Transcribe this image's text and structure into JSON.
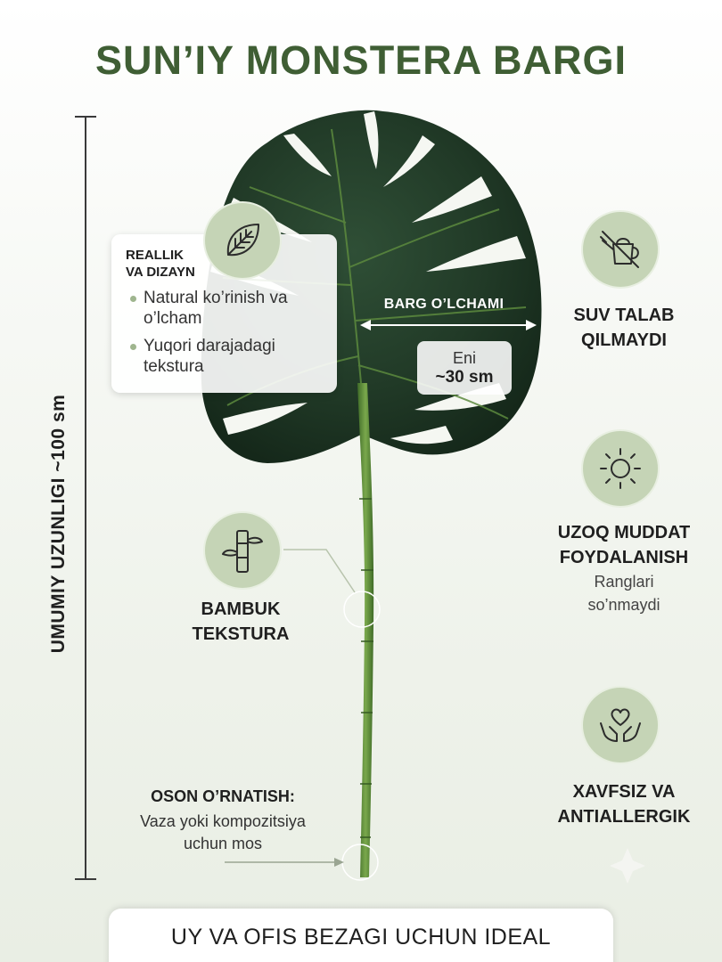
{
  "title": "SUN’IY MONSTERA BARGI",
  "total_length_label": "UMUMIY UZUNLIGI ~100 sm",
  "realism": {
    "heading_line1": "REALLIK",
    "heading_line2": "VA DIZAYN",
    "points": [
      "Natural ko’rinish va o’lcham",
      "Yuqori darajadagi tekstura"
    ],
    "icon": "leaf-icon"
  },
  "leaf_size": {
    "label": "BARG O’LCHAMI",
    "width_caption": "Eni",
    "width_value": "~30 sm"
  },
  "features": {
    "water": {
      "line1": "SUV TALAB",
      "line2": "QILMAYDI",
      "icon": "watering-can-crossed-icon"
    },
    "durable": {
      "line1": "UZOQ MUDDAT",
      "line2": "FOYDALANISH",
      "sub1": "Ranglari",
      "sub2": "so’nmaydi",
      "icon": "sun-icon"
    },
    "safe": {
      "line1": "XAVFSIZ VA",
      "line2": "ANTIALLERGIK",
      "icon": "hands-heart-icon"
    },
    "bamboo": {
      "line1": "BAMBUK",
      "line2": "TEKSTURA",
      "icon": "bamboo-icon"
    }
  },
  "install": {
    "title": "OSON O’RNATISH:",
    "sub_line1": "Vaza yoki kompozitsiya",
    "sub_line2": "uchun mos"
  },
  "bottom_banner": "UY VA OFIS BEZAGI UCHUN IDEAL",
  "colors": {
    "title_green": "#3f5e34",
    "icon_circle": "#c5d4b6",
    "leaf_dark": "#1f3a26",
    "stem": "#5f8a3a"
  }
}
